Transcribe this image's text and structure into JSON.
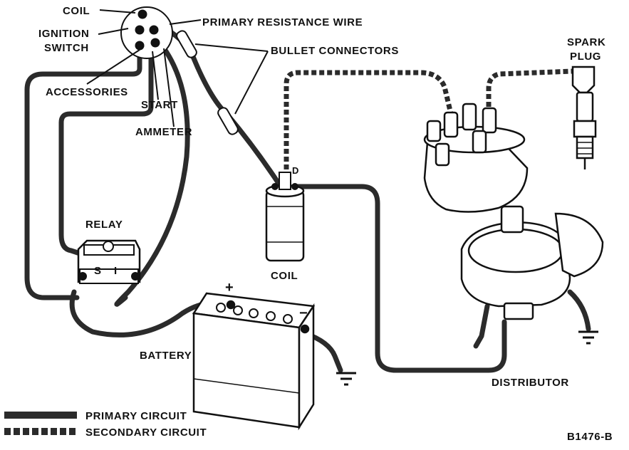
{
  "labels": {
    "coil_top": "COIL",
    "ignition_switch_1": "IGNITION",
    "ignition_switch_2": "SWITCH",
    "accessories": "ACCESSORIES",
    "start": "START",
    "ammeter": "AMMETER",
    "primary_resistance_wire": "PRIMARY RESISTANCE WIRE",
    "bullet_connectors": "BULLET CONNECTORS",
    "spark_plug_1": "SPARK",
    "spark_plug_2": "PLUG",
    "relay": "RELAY",
    "relay_s": "S",
    "relay_i": "I",
    "coil": "COIL",
    "coil_terminal": "D",
    "battery": "BATTERY",
    "battery_plus": "+",
    "battery_minus": "−",
    "distributor": "DISTRIBUTOR",
    "figure_code": "B1476-B"
  },
  "legend": {
    "primary": "PRIMARY CIRCUIT",
    "secondary": "SECONDARY CIRCUIT"
  },
  "colors": {
    "ink": "#111111",
    "wire": "#2b2b2b",
    "background": "#ffffff"
  }
}
